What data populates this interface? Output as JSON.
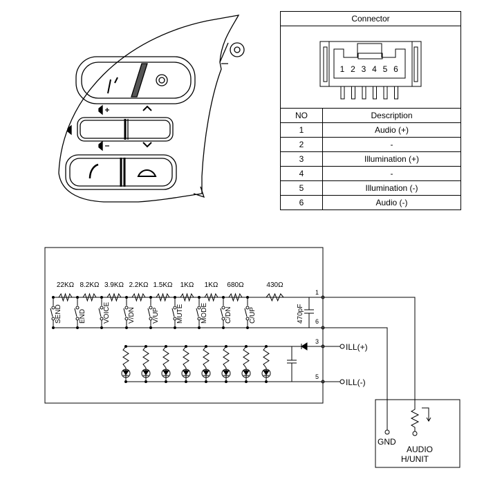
{
  "connector": {
    "title": "Connector",
    "pins": [
      "1",
      "2",
      "3",
      "4",
      "5",
      "6"
    ],
    "headers": {
      "no": "NO",
      "description": "Description"
    },
    "rows": [
      {
        "no": "1",
        "description": "Audio (+)"
      },
      {
        "no": "2",
        "description": "-"
      },
      {
        "no": "3",
        "description": "Illumination (+)"
      },
      {
        "no": "4",
        "description": "-"
      },
      {
        "no": "5",
        "description": "Illumination (-)"
      },
      {
        "no": "6",
        "description": "Audio (-)"
      }
    ]
  },
  "schematic": {
    "resistors": [
      "22KΩ",
      "8.2KΩ",
      "3.9KΩ",
      "2.2KΩ",
      "1.5KΩ",
      "1KΩ",
      "1KΩ",
      "680Ω",
      "430Ω"
    ],
    "switches": [
      "SEND",
      "END",
      "VOICE",
      "V/DN",
      "V/UP",
      "MUTE",
      "MODE",
      "C/DN",
      "C/UP"
    ],
    "capacitor": "470pF",
    "terminals": [
      "1",
      "6",
      "3",
      "5"
    ],
    "ill_plus": "ILL(+)",
    "ill_minus": "ILL(-)",
    "gnd": "GND",
    "audio_unit": [
      "AUDIO",
      "H/UNIT"
    ]
  }
}
